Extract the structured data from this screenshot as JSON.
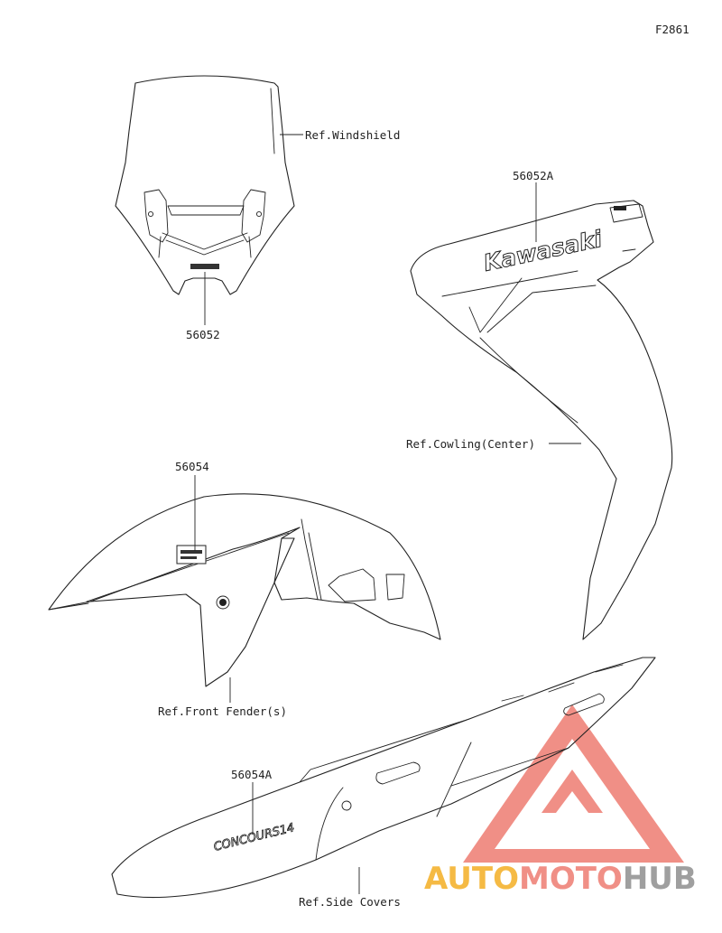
{
  "figure_code": "F2861",
  "callouts": {
    "windshield_ref": "Ref.Windshield",
    "windshield_part": "56052",
    "cowling_part": "56052A",
    "cowling_ref": "Ref.Cowling(Center)",
    "fender_part": "56054",
    "fender_ref": "Ref.Front Fender(s)",
    "side_cover_part": "56054A",
    "side_cover_ref": "Ref.Side Covers"
  },
  "decals": {
    "cowling_logo": "Kawasaki",
    "side_cover_logo": "CONCOURS14"
  },
  "watermark": {
    "part1": "AUTO",
    "part2": "MOTO",
    "part3": "HUB",
    "color_primary": "#f08a80",
    "color_secondary": "#f5b73a",
    "color_dark": "#9a9a9a"
  }
}
